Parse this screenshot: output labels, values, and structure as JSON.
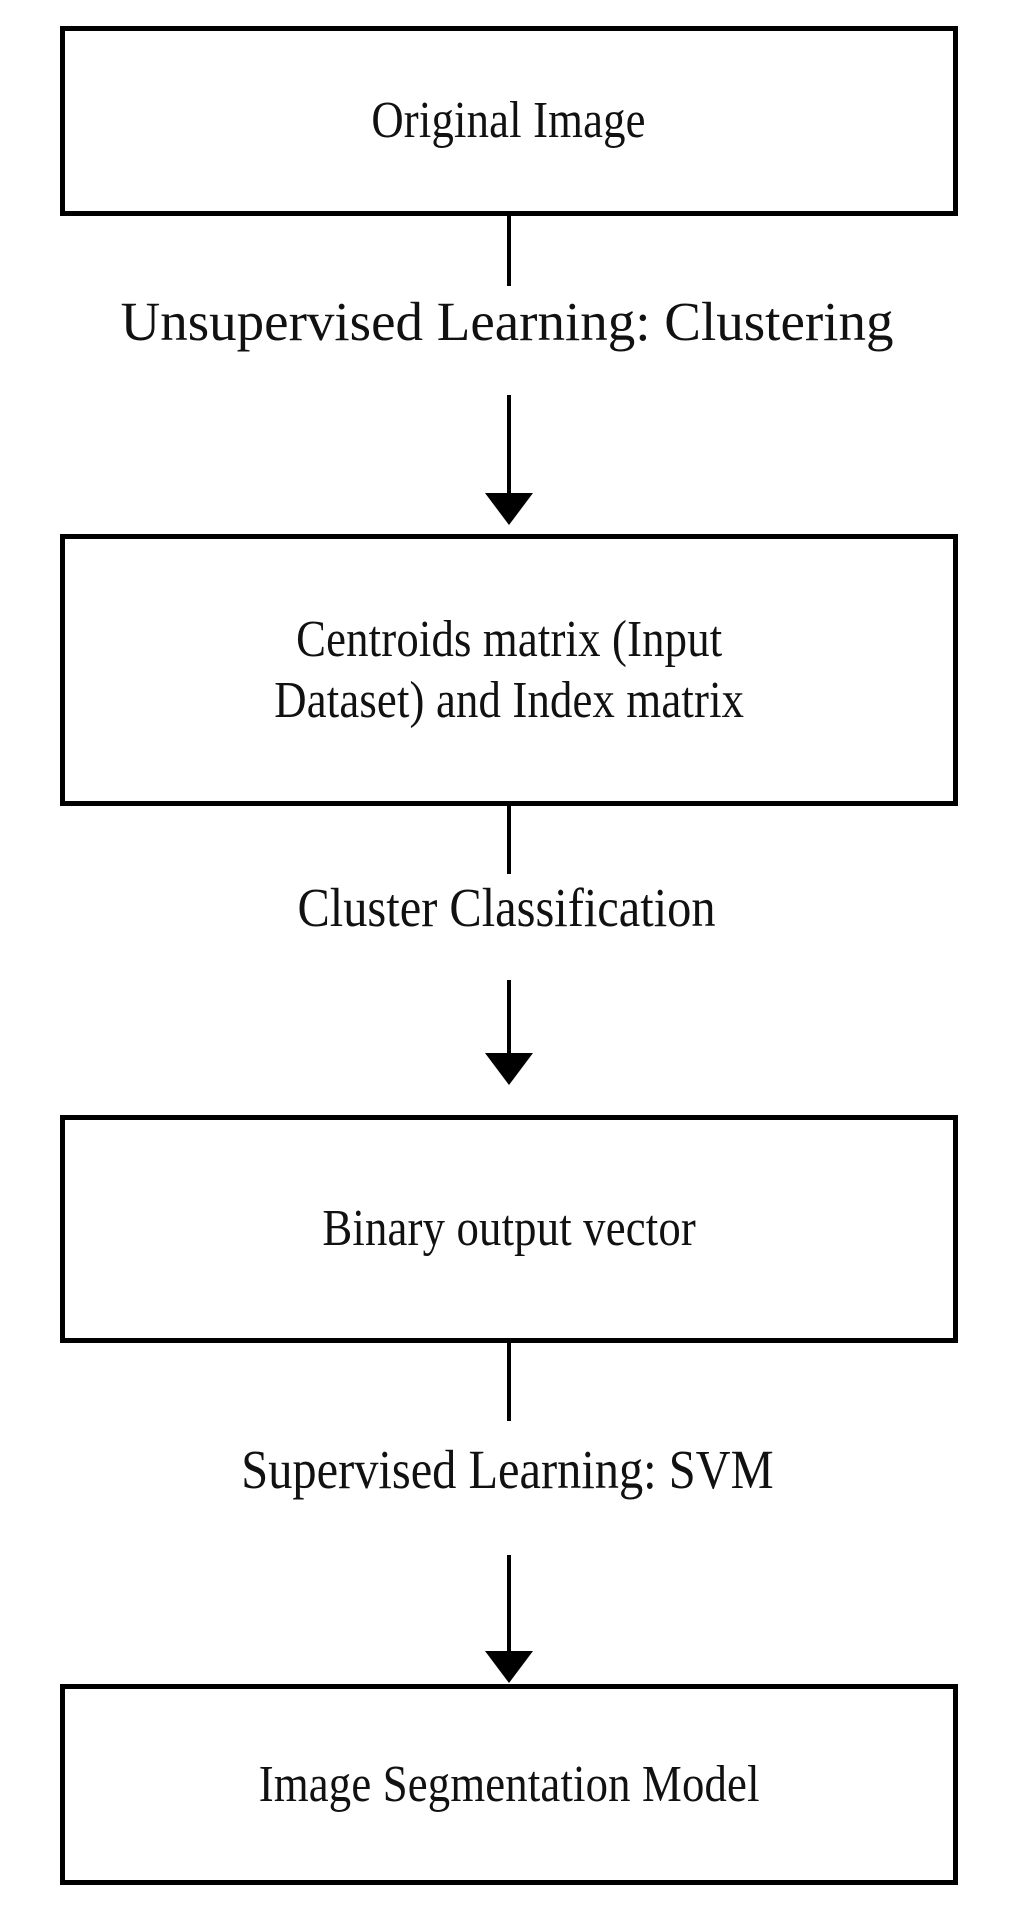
{
  "diagram": {
    "title": "Image segmentation pipeline flowchart",
    "orientation": "top-to-bottom",
    "background_color": "#ffffff",
    "stroke_color": "#000000",
    "nodes": [
      {
        "id": "original-image",
        "label": "Original Image",
        "shape": "rectangle"
      },
      {
        "id": "centroids",
        "label": "Centroids matrix (Input\nDataset) and Index matrix",
        "shape": "rectangle"
      },
      {
        "id": "binary-vector",
        "label": "Binary output  vector",
        "shape": "rectangle"
      },
      {
        "id": "segmentation",
        "label": "Image Segmentation Model",
        "shape": "rectangle"
      }
    ],
    "edges": [
      {
        "id": "edge-1",
        "from": "original-image",
        "to": "centroids",
        "label": "Unsupervised  Learning: Clustering",
        "arrowhead": true
      },
      {
        "id": "edge-2",
        "from": "centroids",
        "to": "binary-vector",
        "label": "Cluster Classification",
        "arrowhead": true
      },
      {
        "id": "edge-3",
        "from": "binary-vector",
        "to": "segmentation",
        "label": "Supervised  Learning: SVM",
        "arrowhead": true
      }
    ]
  }
}
